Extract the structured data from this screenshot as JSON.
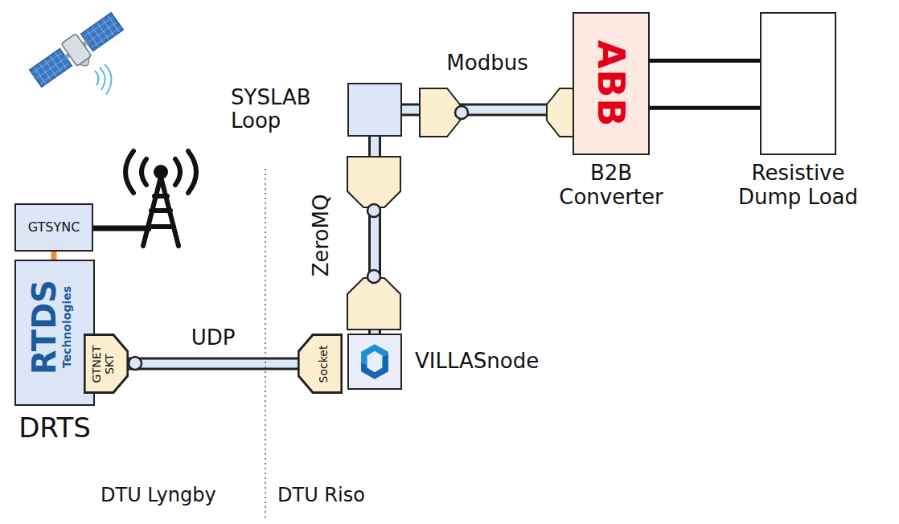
{
  "diagram": {
    "nodes": [
      {
        "text": [
          "GTSYNC"
        ]
      },
      {
        "text": [
          "RTDS",
          "Technologies",
          "DRTS"
        ]
      },
      {
        "text": [
          "GTNET SKT"
        ]
      },
      {
        "text": [
          "Socket"
        ]
      },
      {
        "text": [
          "VILLASnode"
        ]
      },
      {
        "text": [
          "SYSLAB Loop"
        ]
      },
      {
        "text": [
          "ABB",
          "B2B Converter"
        ]
      },
      {
        "text": [
          "Resistive Dump Load"
        ]
      }
    ],
    "edges": [
      {
        "from": 0,
        "to": 1,
        "arrow": "none"
      },
      {
        "from": 2,
        "to": 3,
        "label": "UDP",
        "arrow": "none"
      },
      {
        "from": 4,
        "to": 5,
        "label": "ZeroMQ",
        "arrow": "none"
      },
      {
        "from": 5,
        "to": 6,
        "label": "Modbus",
        "arrow": "none"
      },
      {
        "from": 6,
        "to": 7,
        "arrow": "none"
      },
      {
        "from": 6,
        "to": 7,
        "arrow": "none"
      }
    ],
    "labels": [
      "DTU Lyngby",
      "DTU Riso"
    ]
  }
}
